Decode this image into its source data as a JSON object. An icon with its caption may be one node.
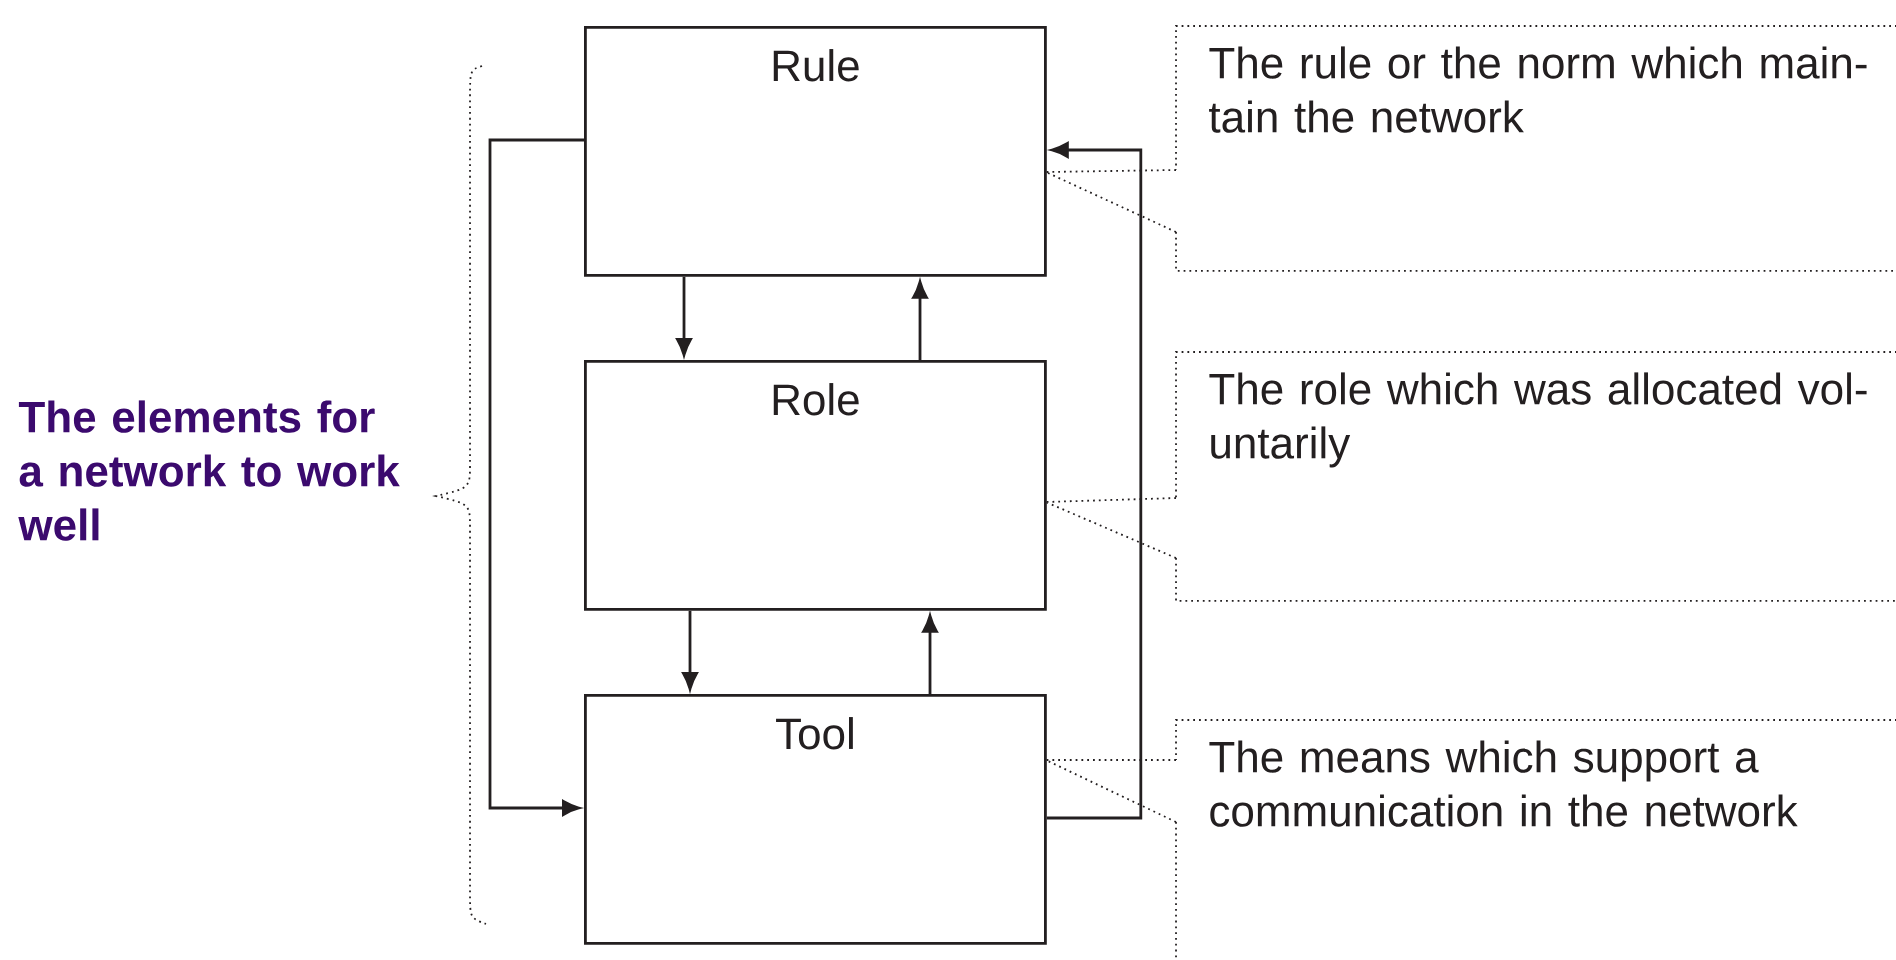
{
  "diagram": {
    "nodes": [
      {
        "text": [
          "Rule"
        ]
      },
      {
        "text": [
          "Role"
        ]
      },
      {
        "text": [
          "Tool"
        ]
      },
      {
        "text": [
          "The rule or the norm which main-tain the network"
        ]
      },
      {
        "text": [
          "The role which was allocated vol-untarily"
        ]
      },
      {
        "text": [
          "The means which support a communication in the network"
        ]
      }
    ],
    "edges": [
      {
        "from": 0,
        "to": 1,
        "arrow": "to"
      },
      {
        "from": 1,
        "to": 0,
        "arrow": "to"
      },
      {
        "from": 1,
        "to": 2,
        "arrow": "to"
      },
      {
        "from": 2,
        "to": 1,
        "arrow": "to"
      },
      {
        "from": 0,
        "to": 2,
        "arrow": "to"
      },
      {
        "from": 2,
        "to": 0,
        "arrow": "to"
      },
      {
        "from": 3,
        "to": 0,
        "arrow": "none",
        "style": "dashed"
      },
      {
        "from": 4,
        "to": 1,
        "arrow": "none",
        "style": "dashed"
      },
      {
        "from": 5,
        "to": 2,
        "arrow": "none",
        "style": "dashed"
      }
    ],
    "labels": [
      "The elements for a network to work well"
    ]
  }
}
